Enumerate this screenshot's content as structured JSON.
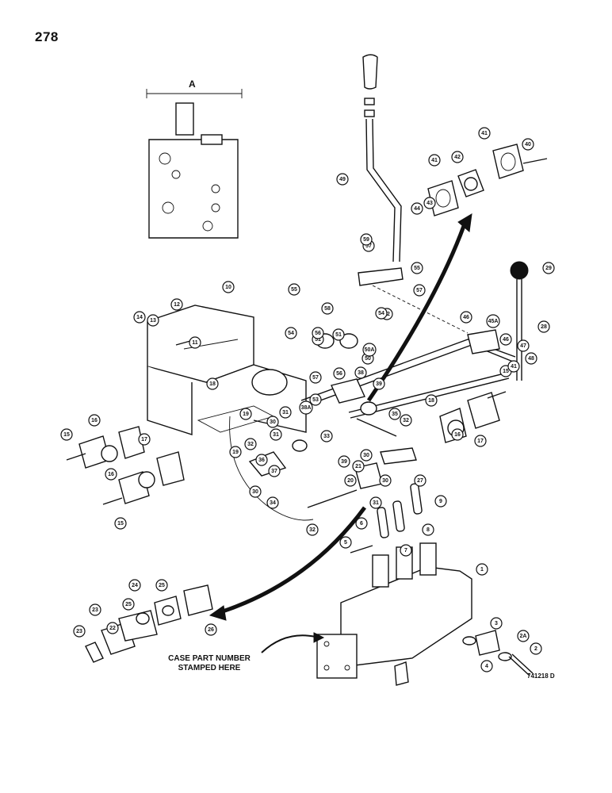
{
  "page_number": "278",
  "inset_dimension_label": "A",
  "case_note": "CASE PART NUMBER STAMPED HERE",
  "reference_code": "741218 D",
  "callouts": [
    "1",
    "2",
    "2A",
    "3",
    "4",
    "5",
    "6",
    "7",
    "8",
    "9",
    "10",
    "11",
    "12",
    "13",
    "14",
    "15",
    "15",
    "15",
    "16",
    "16",
    "16",
    "17",
    "17",
    "18",
    "18",
    "19",
    "19",
    "20",
    "21",
    "22",
    "23",
    "23",
    "24",
    "25",
    "25",
    "26",
    "27",
    "28",
    "29",
    "30",
    "30",
    "30",
    "30",
    "31",
    "31",
    "31",
    "32",
    "32",
    "32",
    "33",
    "34",
    "35",
    "36",
    "37",
    "38",
    "38A",
    "39",
    "39",
    "40",
    "41",
    "41",
    "41",
    "42",
    "43",
    "44",
    "45A",
    "46",
    "46",
    "47",
    "48",
    "49",
    "50",
    "50A",
    "51",
    "51",
    "52",
    "53",
    "54",
    "54",
    "55",
    "55",
    "56",
    "56",
    "57",
    "57",
    "57",
    "58",
    "59"
  ]
}
